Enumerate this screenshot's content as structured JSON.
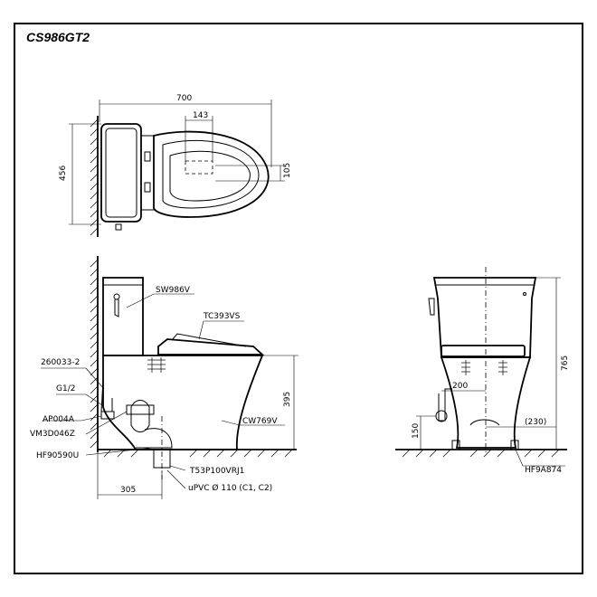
{
  "title": "CS986GT2",
  "top_view": {
    "dim_width": "700",
    "dim_depth": "456",
    "dim_offset": "143",
    "dim_small": "105"
  },
  "side_view": {
    "labels": {
      "tank": "SW986V",
      "seat": "TC393VS",
      "bowl": "CW769V",
      "valve": "260033-2",
      "inlet": "G1/2",
      "angle_valve": "AP004A",
      "flush_valve": "VM3D046Z",
      "flange": "HF90590U",
      "outlet": "T53P100VRJ1",
      "pipe": "uPVC Ø 110 (C1, C2)"
    },
    "dim_height": "395",
    "dim_rough_in": "305"
  },
  "front_view": {
    "dim_height": "765",
    "dim_200": "200",
    "dim_150": "150",
    "dim_230": "(230)",
    "label_fixing": "HF9A874"
  }
}
